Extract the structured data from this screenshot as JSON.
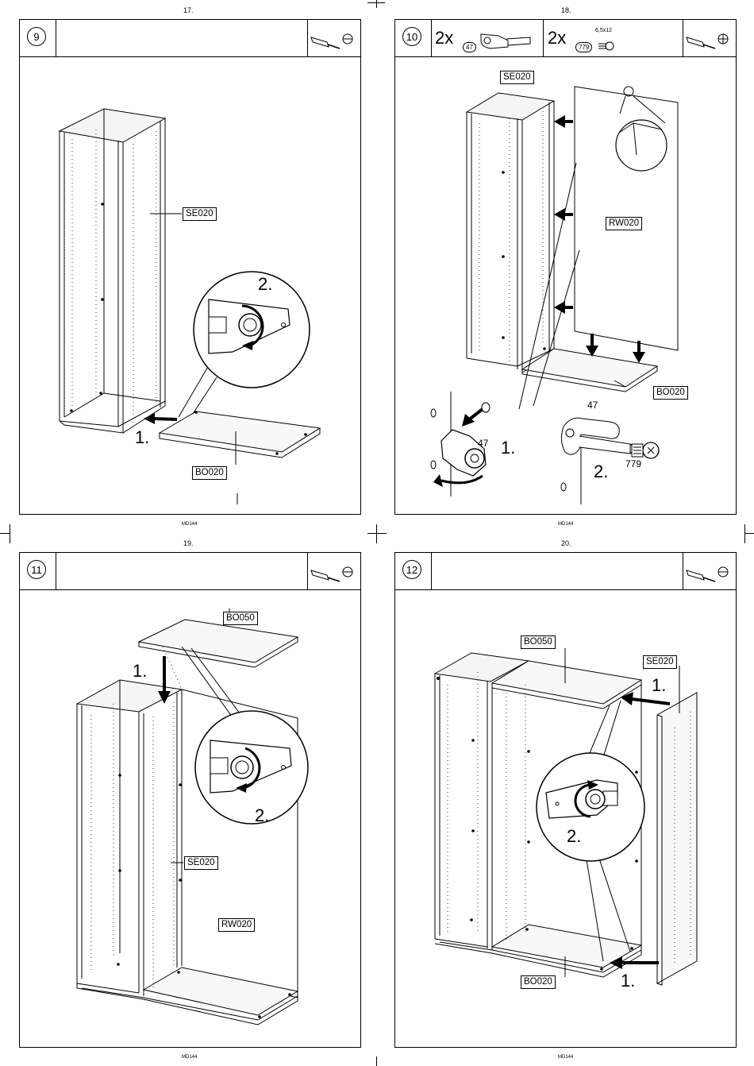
{
  "pages": [
    {
      "number": "17.",
      "footer": "MD144"
    },
    {
      "number": "18.",
      "footer": "MD144"
    },
    {
      "number": "19.",
      "footer": "MD144"
    },
    {
      "number": "20.",
      "footer": "MD144"
    }
  ],
  "steps": [
    {
      "step": "9",
      "part_labels": [
        "SE020",
        "BO020"
      ],
      "callouts": [
        "1.",
        "2."
      ],
      "tool_icon": "screwdriver-flat-icon"
    },
    {
      "step": "10",
      "hardware": [
        {
          "qty": "2x",
          "code": "47"
        },
        {
          "qty": "2x",
          "code": "779",
          "size": "6,5x12"
        }
      ],
      "part_labels": [
        "SE020",
        "RW020",
        "BO020"
      ],
      "detail_numbers": [
        "47",
        "47",
        "779"
      ],
      "callouts": [
        "1.",
        "2."
      ],
      "tool_icon": "screwdriver-phillips-icon"
    },
    {
      "step": "11",
      "part_labels": [
        "BO050",
        "SE020",
        "RW020"
      ],
      "callouts": [
        "1.",
        "2."
      ],
      "tool_icon": "screwdriver-flat-icon"
    },
    {
      "step": "12",
      "part_labels": [
        "BO050",
        "SE020",
        "BO020"
      ],
      "callouts": [
        "1.",
        "2.",
        "1."
      ],
      "tool_icon": "screwdriver-flat-icon"
    }
  ]
}
